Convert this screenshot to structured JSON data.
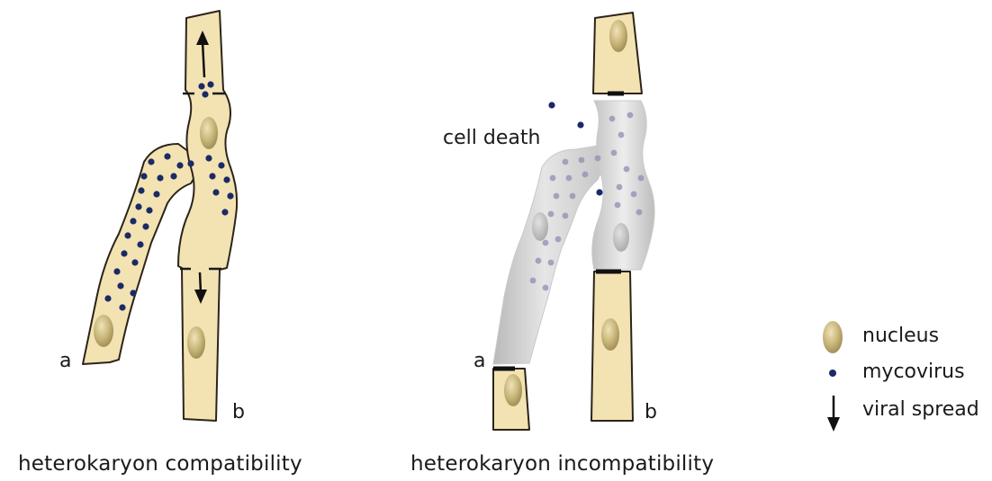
{
  "panels": [
    {
      "caption": "heterokaryon compatibility",
      "labels": {
        "a": "a",
        "b": "b"
      }
    },
    {
      "caption": "heterokaryon incompatibility",
      "labels": {
        "a": "a",
        "b": "b"
      },
      "annotation": "cell death"
    }
  ],
  "legend": [
    {
      "icon": "nucleus-icon",
      "label": "nucleus"
    },
    {
      "icon": "mycovirus-icon",
      "label": "mycovirus"
    },
    {
      "icon": "arrow-down-icon",
      "label": "viral spread"
    }
  ],
  "colors": {
    "hypha_fill": "#f3e3b3",
    "hypha_stroke": "#2b2418",
    "nucleus": "#c5b377",
    "virus": "#1b2a66",
    "dead_cell": "#cfcfcf"
  }
}
